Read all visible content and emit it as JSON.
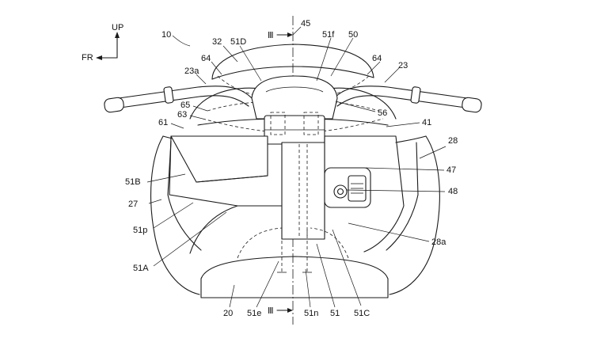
{
  "figure": {
    "ref_main": "10",
    "direction": {
      "up": "UP",
      "fr": "FR"
    },
    "section_marks": {
      "top": "Ⅲ",
      "bottom": "Ⅲ"
    },
    "callouts": {
      "c45": "45",
      "c32": "32",
      "c51D": "51D",
      "c51f": "51f",
      "c50": "50",
      "c64_left": "64",
      "c64_right": "64",
      "c23": "23",
      "c23a": "23a",
      "c65": "65",
      "c63": "63",
      "c61": "61",
      "c56": "56",
      "c41": "41",
      "c28": "28",
      "c47": "47",
      "c48": "48",
      "c51B": "51B",
      "c27": "27",
      "c51p": "51p",
      "c28a": "28a",
      "c51A": "51A",
      "c20": "20",
      "c51e": "51e",
      "c51n": "51n",
      "c51": "51",
      "c51C": "51C"
    }
  }
}
